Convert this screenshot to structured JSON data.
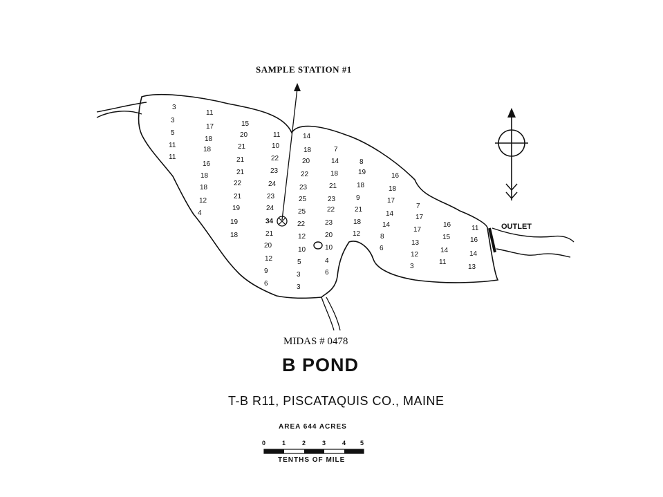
{
  "map": {
    "station_label": "SAMPLE STATION #1",
    "midas": "MIDAS # 0478",
    "title": "B POND",
    "location": "T-B R11, PISCATAQUIS CO., MAINE",
    "area": "AREA 644 ACRES",
    "outlet_label": "OUTLET",
    "scale_ticks": [
      "0",
      "1",
      "2",
      "3",
      "4",
      "5"
    ],
    "scale_label": "TENTHS OF MILE",
    "depth_soundings": [
      "3",
      "3",
      "5",
      "11",
      "11",
      "11",
      "17",
      "18",
      "18",
      "16",
      "18",
      "18",
      "12",
      "4",
      "15",
      "20",
      "21",
      "21",
      "21",
      "22",
      "21",
      "19",
      "19",
      "18",
      "11",
      "10",
      "22",
      "23",
      "24",
      "23",
      "24",
      "34",
      "21",
      "20",
      "12",
      "9",
      "6",
      "14",
      "18",
      "20",
      "22",
      "23",
      "25",
      "25",
      "22",
      "12",
      "10",
      "5",
      "3",
      "3",
      "7",
      "14",
      "18",
      "21",
      "23",
      "22",
      "23",
      "20",
      "10",
      "4",
      "6",
      "8",
      "19",
      "18",
      "9",
      "21",
      "18",
      "12",
      "16",
      "18",
      "17",
      "14",
      "14",
      "8",
      "6",
      "7",
      "17",
      "17",
      "13",
      "12",
      "3",
      "16",
      "15",
      "14",
      "11",
      "11",
      "16",
      "14",
      "13"
    ]
  },
  "colors": {
    "ink": "#111111",
    "paper": "#ffffff"
  }
}
